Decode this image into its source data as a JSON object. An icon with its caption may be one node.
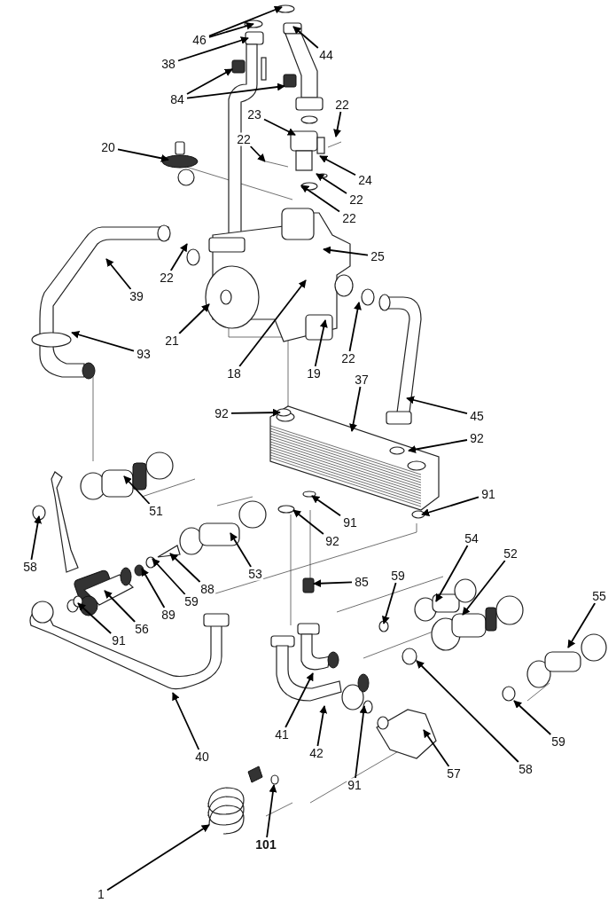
{
  "diagram": {
    "nodes": [
      {
        "text": [
          "46"
        ]
      },
      {
        "text": [
          "44"
        ]
      },
      {
        "text": [
          "38"
        ]
      },
      {
        "text": [
          "84"
        ]
      },
      {
        "text": [
          "22"
        ]
      },
      {
        "text": [
          "23"
        ]
      },
      {
        "text": [
          "22"
        ]
      },
      {
        "text": [
          "20"
        ]
      },
      {
        "text": [
          "24"
        ]
      },
      {
        "text": [
          "22"
        ]
      },
      {
        "text": [
          "22"
        ]
      },
      {
        "text": [
          "22"
        ]
      },
      {
        "text": [
          "25"
        ]
      },
      {
        "text": [
          "39"
        ]
      },
      {
        "text": [
          "21"
        ]
      },
      {
        "text": [
          "22"
        ]
      },
      {
        "text": [
          "93"
        ]
      },
      {
        "text": [
          "18"
        ]
      },
      {
        "text": [
          "19"
        ]
      },
      {
        "text": [
          "37"
        ]
      },
      {
        "text": [
          "92"
        ]
      },
      {
        "text": [
          "45"
        ]
      },
      {
        "text": [
          "92"
        ]
      },
      {
        "text": [
          "58"
        ]
      },
      {
        "text": [
          "51"
        ]
      },
      {
        "text": [
          "92"
        ]
      },
      {
        "text": [
          "91"
        ]
      },
      {
        "text": [
          "91"
        ]
      },
      {
        "text": [
          "53"
        ]
      },
      {
        "text": [
          "88"
        ]
      },
      {
        "text": [
          "59"
        ]
      },
      {
        "text": [
          "89"
        ]
      },
      {
        "text": [
          "85"
        ]
      },
      {
        "text": [
          "59"
        ]
      },
      {
        "text": [
          "54"
        ]
      },
      {
        "text": [
          "52"
        ]
      },
      {
        "text": [
          "55"
        ]
      },
      {
        "text": [
          "56"
        ]
      },
      {
        "text": [
          "91"
        ]
      },
      {
        "text": [
          "58"
        ]
      },
      {
        "text": [
          "59"
        ]
      },
      {
        "text": [
          "40"
        ]
      },
      {
        "text": [
          "41"
        ]
      },
      {
        "text": [
          "42"
        ]
      },
      {
        "text": [
          "91"
        ]
      },
      {
        "text": [
          "57"
        ]
      },
      {
        "text": [
          "101"
        ]
      },
      {
        "text": [
          "1"
        ]
      }
    ],
    "edges": [
      {
        "from": 0,
        "to": null,
        "arrow": "to"
      },
      {
        "from": 0,
        "to": null,
        "arrow": "to"
      },
      {
        "from": 1,
        "to": null,
        "arrow": "to"
      },
      {
        "from": 2,
        "to": null,
        "arrow": "to"
      },
      {
        "from": 3,
        "to": null,
        "arrow": "to"
      },
      {
        "from": 3,
        "to": null,
        "arrow": "to"
      },
      {
        "from": 4,
        "to": null,
        "arrow": "to"
      },
      {
        "from": 5,
        "to": null,
        "arrow": "to"
      },
      {
        "from": 6,
        "to": null,
        "arrow": "to"
      },
      {
        "from": 7,
        "to": null,
        "arrow": "to"
      },
      {
        "from": 8,
        "to": null,
        "arrow": "to"
      },
      {
        "from": 9,
        "to": null,
        "arrow": "to"
      },
      {
        "from": 10,
        "to": null,
        "arrow": "to"
      },
      {
        "from": 11,
        "to": null,
        "arrow": "to"
      },
      {
        "from": 12,
        "to": null,
        "arrow": "to"
      },
      {
        "from": 13,
        "to": null,
        "arrow": "to"
      },
      {
        "from": 14,
        "to": null,
        "arrow": "to"
      },
      {
        "from": 15,
        "to": null,
        "arrow": "to"
      },
      {
        "from": 16,
        "to": null,
        "arrow": "to"
      },
      {
        "from": 17,
        "to": null,
        "arrow": "to"
      },
      {
        "from": 18,
        "to": null,
        "arrow": "to"
      },
      {
        "from": 19,
        "to": null,
        "arrow": "to"
      },
      {
        "from": 20,
        "to": null,
        "arrow": "to"
      },
      {
        "from": 21,
        "to": null,
        "arrow": "to"
      },
      {
        "from": 22,
        "to": null,
        "arrow": "to"
      },
      {
        "from": 23,
        "to": null,
        "arrow": "to"
      },
      {
        "from": 24,
        "to": null,
        "arrow": "to"
      },
      {
        "from": 25,
        "to": null,
        "arrow": "to"
      },
      {
        "from": 26,
        "to": null,
        "arrow": "to"
      },
      {
        "from": 27,
        "to": null,
        "arrow": "to"
      },
      {
        "from": 28,
        "to": null,
        "arrow": "to"
      },
      {
        "from": 29,
        "to": null,
        "arrow": "to"
      },
      {
        "from": 30,
        "to": null,
        "arrow": "to"
      },
      {
        "from": 31,
        "to": null,
        "arrow": "to"
      },
      {
        "from": 32,
        "to": null,
        "arrow": "to"
      },
      {
        "from": 33,
        "to": null,
        "arrow": "to"
      },
      {
        "from": 34,
        "to": null,
        "arrow": "to"
      },
      {
        "from": 35,
        "to": null,
        "arrow": "to"
      },
      {
        "from": 36,
        "to": null,
        "arrow": "to"
      },
      {
        "from": 37,
        "to": null,
        "arrow": "to"
      },
      {
        "from": 38,
        "to": null,
        "arrow": "to"
      },
      {
        "from": 39,
        "to": null,
        "arrow": "to"
      },
      {
        "from": 40,
        "to": null,
        "arrow": "to"
      },
      {
        "from": 41,
        "to": null,
        "arrow": "to"
      },
      {
        "from": 42,
        "to": null,
        "arrow": "to"
      },
      {
        "from": 43,
        "to": null,
        "arrow": "to"
      },
      {
        "from": 44,
        "to": null,
        "arrow": "to"
      },
      {
        "from": 45,
        "to": null,
        "arrow": "to"
      },
      {
        "from": 46,
        "to": null,
        "arrow": "to"
      },
      {
        "from": 47,
        "to": null,
        "arrow": "to"
      }
    ]
  }
}
